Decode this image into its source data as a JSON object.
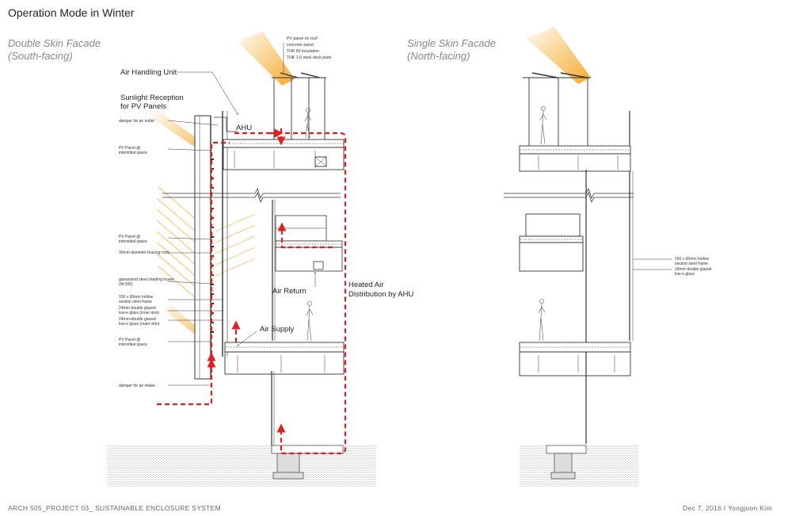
{
  "page": {
    "title": "Operation Mode in Winter",
    "footer_left": "ARCH 505_PROJECT 03_ SUSTAINABLE ENCLOSURE SYSTEM",
    "footer_right": "Dec 7, 2016   I   Yongjoon Kim"
  },
  "left_section": {
    "heading_line1": "Double Skin Facade",
    "heading_line2": "(South-facing)",
    "roof_notes": [
      "PV panel on roof",
      "concrete panel",
      "THK 80 insulation",
      "THK 1.6 steel deck plate"
    ],
    "air_handling_unit": "Air Handling Unit",
    "ahu": "AHU",
    "sunlight_line1": "Sunlight Reception",
    "sunlight_line2": "for PV Panels",
    "damper_outlet": "damper for air outlet",
    "pv_top_line1": "PV Panel @",
    "pv_top_line2": "interstitial space",
    "pv_mid_line1": "PV Panel @",
    "pv_mid_line2": "interstitial space",
    "bracing": "30mm diameter bracing rods",
    "louver_line1": "galvanized steel shading louver",
    "louver_line2": "(W:300)",
    "frame_line1": "150 x 60mm hollow",
    "frame_line2": "section steel frame",
    "glass_inner_line1": "24mm-double glazed",
    "glass_inner_line2": "low-e glass (inner skin)",
    "glass_outer_line1": "24mm-double glazed",
    "glass_outer_line2": "low-e glass (outer skin)",
    "pv_bottom_line1": "PV Panel @",
    "pv_bottom_line2": "interstitial space",
    "damper_intake": "damper for air intake",
    "air_return": "Air Return",
    "heated_line1": "Heated Air",
    "heated_line2": "Distribution by AHU",
    "air_supply": "Air Supply"
  },
  "right_section": {
    "heading_line1": "Single Skin Facade",
    "heading_line2": "(North-facing)",
    "frame_line1": "150 x 60mm hollow",
    "frame_line2": "section steel frame",
    "glass_line1": "24mm double glazed",
    "glass_line2": "low-e glass"
  },
  "colors": {
    "airflow": "#e02020",
    "sunlight": "#f5a623",
    "line": "#333333",
    "ground": "#cfcfcf"
  }
}
